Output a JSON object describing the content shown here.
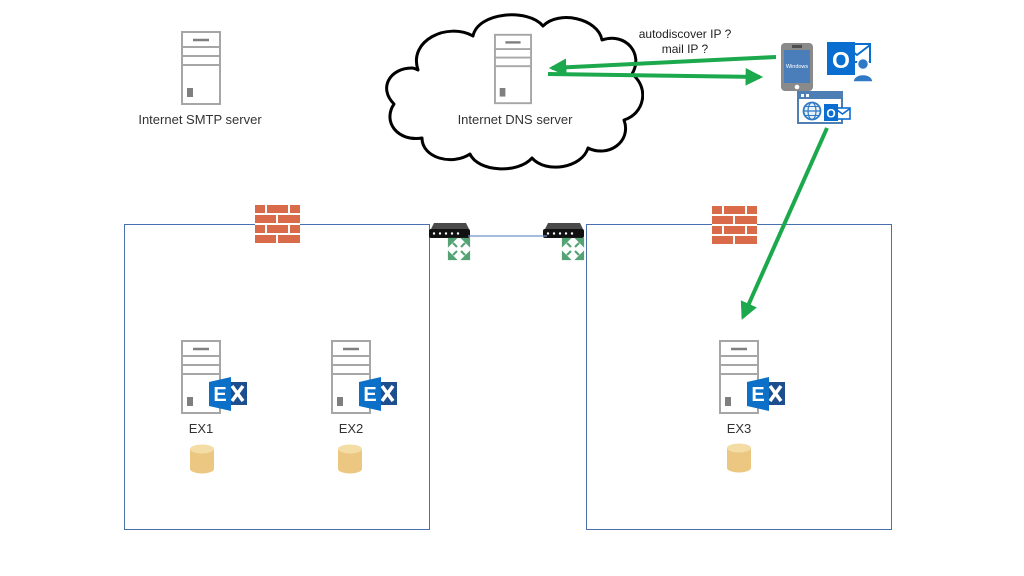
{
  "nodes": {
    "smtp_label": "Internet SMTP server",
    "dns_label": "Internet DNS server",
    "query_line1": "autodiscover IP ?",
    "query_line2": "mail IP ?",
    "phone_screen": "Windows",
    "exchange_letter": "E",
    "outlook_letter": "O",
    "servers": {
      "ex1": "EX1",
      "ex2": "EX2",
      "ex3": "EX3"
    }
  },
  "icons": {
    "tower_server": "tower-server-icon",
    "cloud": "cloud-shape",
    "firewall": "brick-firewall-icon",
    "switch": "switch-icon",
    "phone": "windows-phone-icon",
    "outlook_user": "outlook-user-icon",
    "owa_browser": "owa-browser-icon",
    "database": "database-cylinder-icon",
    "exchange": "exchange-logo-icon"
  },
  "colors": {
    "arrow_green": "#1ca84c",
    "switch_green": "#55a375",
    "box_blue": "#4a6fae",
    "link_blue": "#7293cc",
    "brick": "#d96a4a",
    "cylinder": "#ecc782",
    "cylinder_top": "#f4dca5",
    "server_gray": "#a6a6a6",
    "server_dark": "#7f7f7f",
    "ex_blue": "#0c70c9",
    "ex_dark": "#1d4f8f",
    "ol_blue": "#0a6ed1",
    "person_blue": "#3079c4",
    "browser_blue": "#4d7fb5",
    "phone_gray": "#8a8a8a",
    "screen_blue": "#4a7ebb",
    "text": "#333333"
  }
}
